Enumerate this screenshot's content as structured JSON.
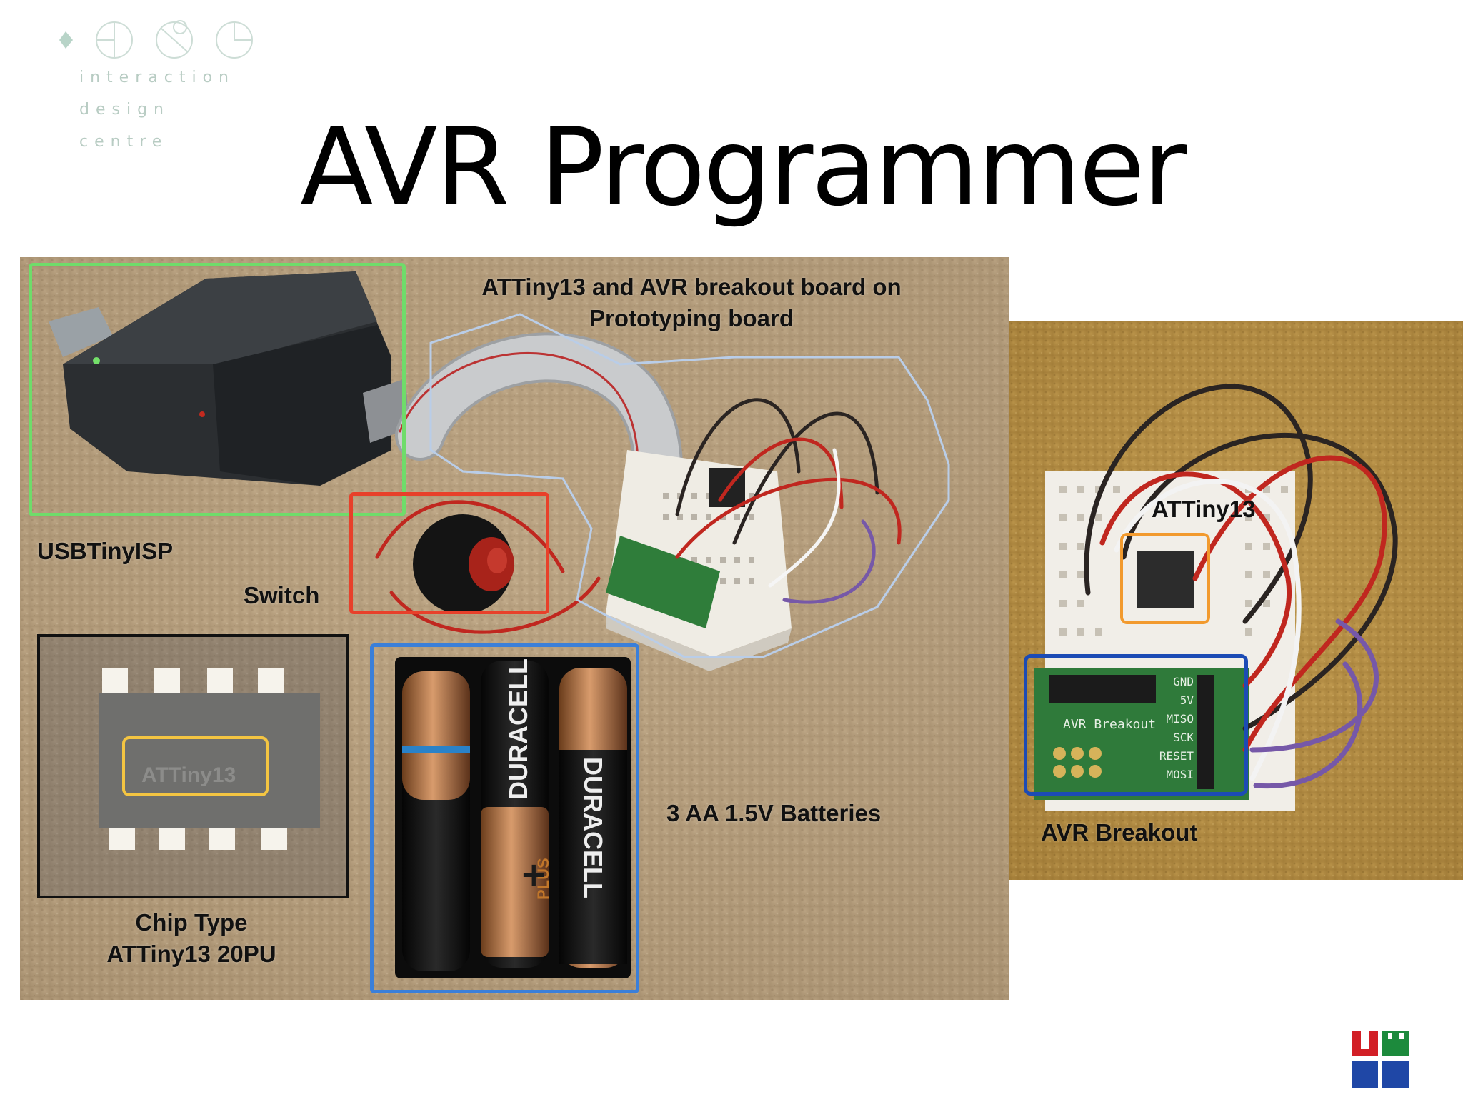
{
  "header": {
    "logo_lines": [
      "interaction",
      "design",
      "centre"
    ],
    "title": "AVR Programmer"
  },
  "left_photo": {
    "labels": {
      "usbtinyisp": "USBTinyISP",
      "switch": "Switch",
      "breakout_title": "ATTiny13 and AVR breakout board on\nPrototyping board",
      "batteries": "3 AA 1.5V Batteries",
      "chip_type": "Chip Type\nATTiny13 20PU"
    },
    "chip_marking": "ATTiny13",
    "battery_brand": "DURACELL",
    "battery_sub": "PLUS"
  },
  "right_photo": {
    "labels": {
      "attiny13": "ATTiny13",
      "avr_breakout": "AVR Breakout"
    },
    "board_name": "AVR Breakout",
    "pins": [
      "GND",
      "5V",
      "MISO",
      "SCK",
      "RESET",
      "MOSI"
    ]
  },
  "colors": {
    "usb_box": "#6fdc6a",
    "switch_box": "#e8402a",
    "chip_box": "#111111",
    "chip_marking_box": "#f4c542",
    "batteries_box": "#3a7fd9",
    "outline_path": "#b9cde8",
    "attiny_box": "#f29a2e",
    "breakout_box": "#1c4bb5"
  },
  "footer": {
    "logo": "university-logo"
  }
}
